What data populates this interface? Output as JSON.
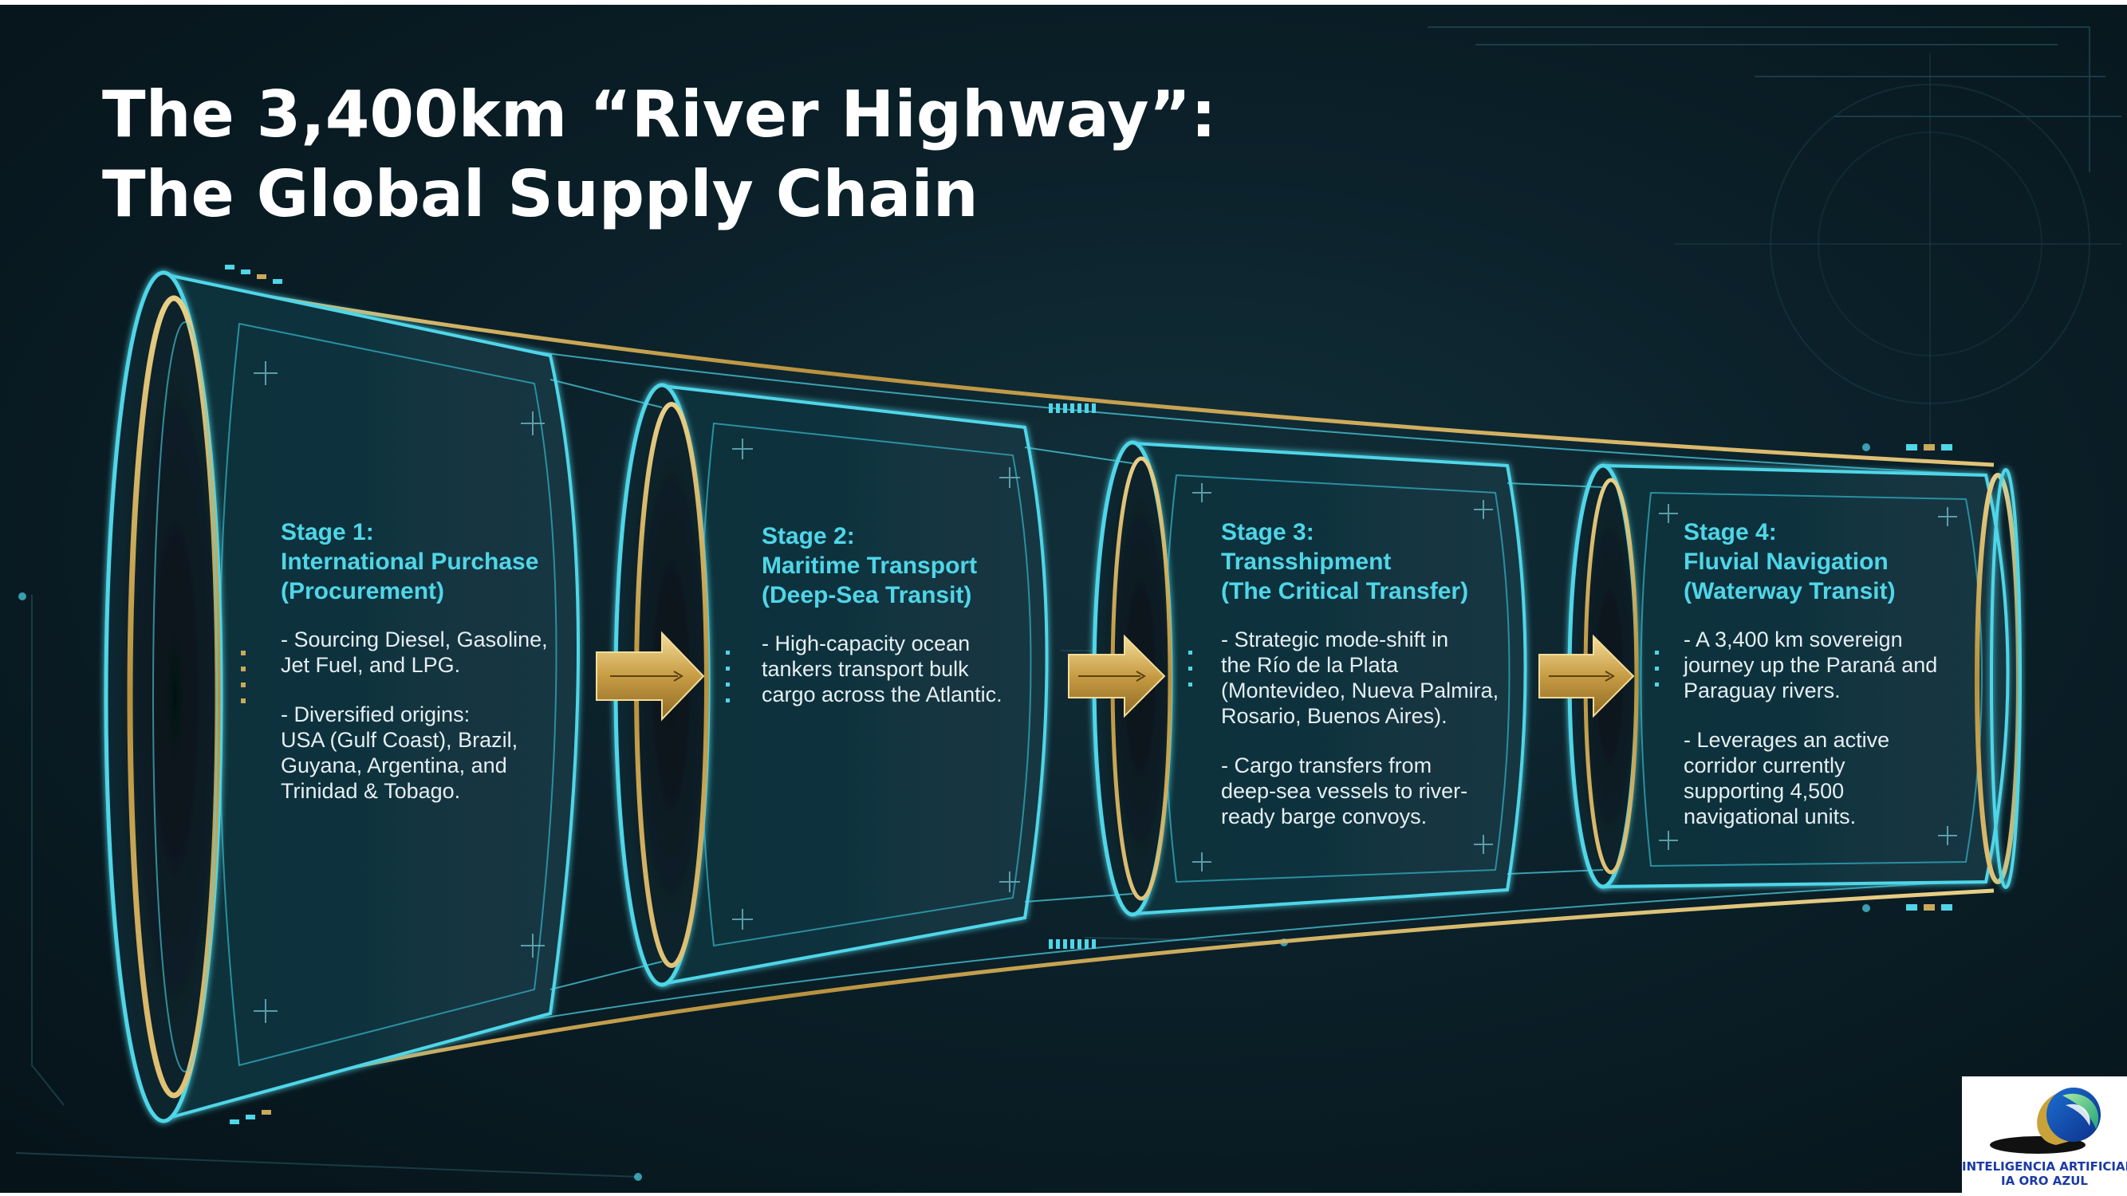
{
  "title": {
    "line1": "The 3,400km “River Highway”:",
    "line2": "The Global Supply Chain"
  },
  "stages": [
    {
      "heading": [
        "Stage 1:",
        "International Purchase",
        "(Procurement)"
      ],
      "paragraphs": [
        [
          "- Sourcing Diesel, Gasoline,",
          "Jet Fuel, and LPG."
        ],
        [
          "- Diversified origins:",
          "USA (Gulf Coast), Brazil,",
          "Guyana, Argentina, and",
          "Trinidad & Tobago."
        ]
      ]
    },
    {
      "heading": [
        "Stage 2:",
        "Maritime Transport",
        "(Deep-Sea Transit)"
      ],
      "paragraphs": [
        [
          "- High-capacity ocean",
          "tankers transport bulk",
          "cargo across the Atlantic."
        ]
      ]
    },
    {
      "heading": [
        "Stage 3:",
        "Transshipment",
        "(The Critical Transfer)"
      ],
      "paragraphs": [
        [
          "- Strategic mode-shift in",
          "the Río de la Plata",
          "(Montevideo, Nueva Palmira,",
          "Rosario, Buenos Aires)."
        ],
        [
          "- Cargo transfers from",
          "deep-sea vessels to river-",
          "ready barge convoys."
        ]
      ]
    },
    {
      "heading": [
        "Stage 4:",
        "Fluvial Navigation",
        "(Waterway Transit)"
      ],
      "paragraphs": [
        [
          "- A 3,400 km sovereign",
          "journey up the Paraná and",
          "Paraguay rivers."
        ],
        [
          "- Leverages an active",
          "corridor currently",
          "supporting 4,500",
          "navigational units."
        ]
      ]
    }
  ],
  "logo": {
    "line1": "INTELIGENCIA ARTIFICIAL",
    "line2": "IA ORO AZUL"
  },
  "colors": {
    "background": "#0b2029",
    "cyan": "#4fd6e8",
    "gold": "#c9a95a",
    "text": "#e6eef2",
    "logo_text": "#1b3aa8"
  }
}
